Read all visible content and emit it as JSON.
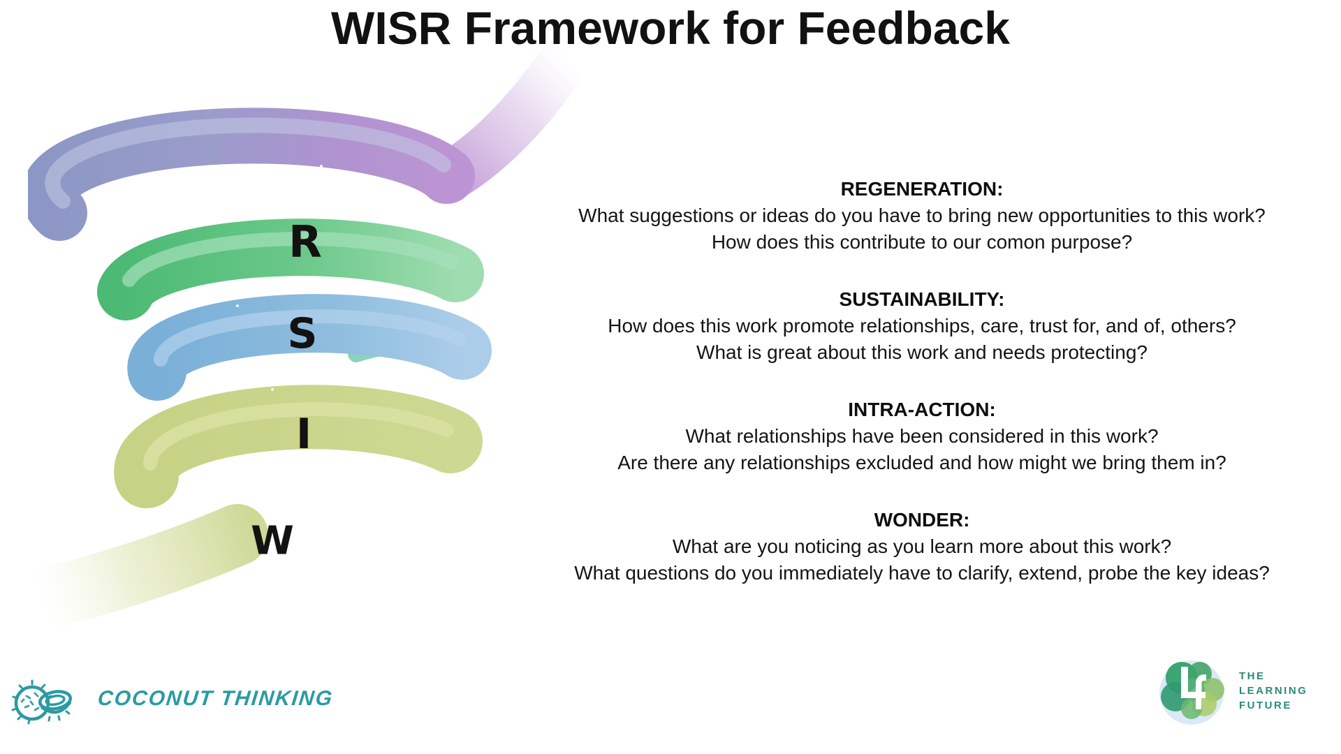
{
  "title": "WISR Framework for Feedback",
  "funnel": {
    "description": "spiral-funnel-graphic",
    "letters": [
      "R",
      "S",
      "I",
      "W"
    ]
  },
  "sections": [
    {
      "heading": "REGENERATION:",
      "lines": [
        "What suggestions or ideas do you have to bring new opportunities to this work?",
        "How does this contribute to our comon purpose?"
      ]
    },
    {
      "heading": "SUSTAINABILITY:",
      "lines": [
        "How does this work promote relationships, care, trust for, and of, others?",
        "What is great about this work and needs protecting?"
      ]
    },
    {
      "heading": "INTRA-ACTION:",
      "lines": [
        "What relationships have been considered in this work?",
        "Are there any relationships excluded and how might we bring them in?"
      ]
    },
    {
      "heading": "WONDER:",
      "lines": [
        "What are you noticing as you learn more about this work?",
        "What questions do you immediately have to clarify, extend, probe the key ideas?"
      ]
    }
  ],
  "footer": {
    "coconut_brand": "COCONUT THINKING",
    "learning_future": {
      "line1": "THE",
      "line2": "LEARNING",
      "line3": "FUTURE"
    }
  },
  "colors": {
    "coconut_teal": "#2b9aa3",
    "learning_future_teal": "#2a8a7a",
    "band_slate_blue": "#8d97c5",
    "band_purple": "#b791d1",
    "band_green": "#55bd7a",
    "band_blue": "#7fb2d9",
    "band_teal_sliver": "#85d0bd",
    "band_olive": "#c6d285",
    "text_black": "#141414"
  }
}
